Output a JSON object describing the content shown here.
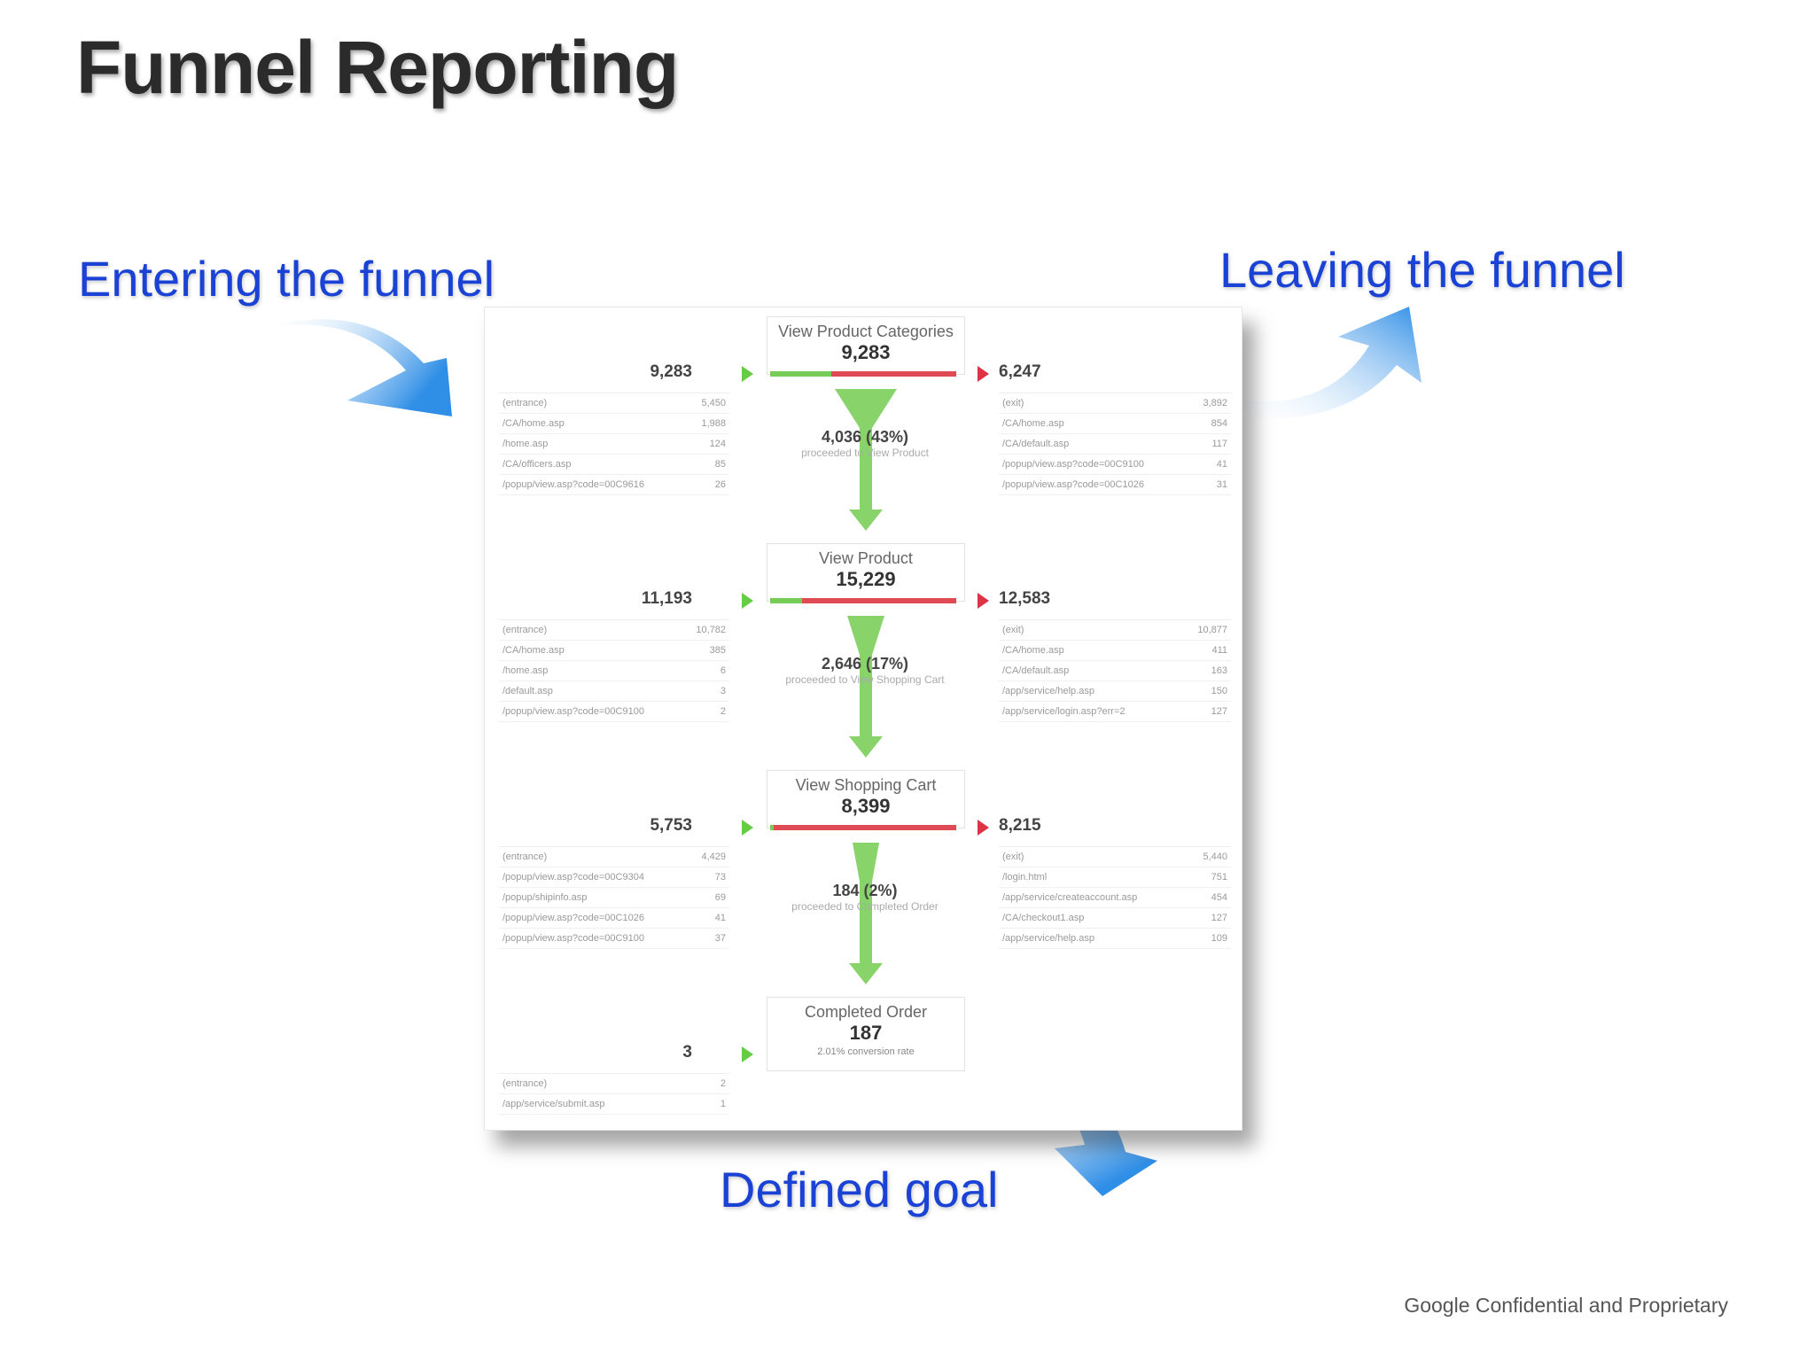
{
  "page": {
    "title": "Funnel Reporting",
    "callouts": {
      "entering": "Entering the funnel",
      "leaving": "Leaving the funnel",
      "goal": "Defined goal"
    },
    "footer": "Google Confidential and Proprietary"
  },
  "colors": {
    "callout_blue": "#1a43d6",
    "proceed_green": "#77cc55",
    "exit_red": "#e04a55"
  },
  "funnel": {
    "steps": [
      {
        "name": "View Product Categories",
        "count": "9,283",
        "entered": "9,283",
        "exited": "6,247",
        "proceed_fraction": 0.33,
        "proceeded": "4,036 (43%)",
        "proceeded_label": "proceeded to View Product",
        "sources": [
          {
            "page": "(entrance)",
            "count": "5,450"
          },
          {
            "page": "/CA/home.asp",
            "count": "1,988"
          },
          {
            "page": "/home.asp",
            "count": "124"
          },
          {
            "page": "/CA/officers.asp",
            "count": "85"
          },
          {
            "page": "/popup/view.asp?code=00C9616",
            "count": "26"
          }
        ],
        "exits": [
          {
            "page": "(exit)",
            "count": "3,892"
          },
          {
            "page": "/CA/home.asp",
            "count": "854"
          },
          {
            "page": "/CA/default.asp",
            "count": "117"
          },
          {
            "page": "/popup/view.asp?code=00C9100",
            "count": "41"
          },
          {
            "page": "/popup/view.asp?code=00C1026",
            "count": "31"
          }
        ]
      },
      {
        "name": "View Product",
        "count": "15,229",
        "entered": "11,193",
        "exited": "12,583",
        "proceed_fraction": 0.17,
        "proceeded": "2,646 (17%)",
        "proceeded_label": "proceeded to View Shopping Cart",
        "sources": [
          {
            "page": "(entrance)",
            "count": "10,782"
          },
          {
            "page": "/CA/home.asp",
            "count": "385"
          },
          {
            "page": "/home.asp",
            "count": "6"
          },
          {
            "page": "/default.asp",
            "count": "3"
          },
          {
            "page": "/popup/view.asp?code=00C9100",
            "count": "2"
          }
        ],
        "exits": [
          {
            "page": "(exit)",
            "count": "10,877"
          },
          {
            "page": "/CA/home.asp",
            "count": "411"
          },
          {
            "page": "/CA/default.asp",
            "count": "163"
          },
          {
            "page": "/app/service/help.asp",
            "count": "150"
          },
          {
            "page": "/app/service/login.asp?err=2",
            "count": "127"
          }
        ]
      },
      {
        "name": "View Shopping Cart",
        "count": "8,399",
        "entered": "5,753",
        "exited": "8,215",
        "proceed_fraction": 0.02,
        "proceeded": "184 (2%)",
        "proceeded_label": "proceeded to Completed Order",
        "sources": [
          {
            "page": "(entrance)",
            "count": "4,429"
          },
          {
            "page": "/popup/view.asp?code=00C9304",
            "count": "73"
          },
          {
            "page": "/popup/shipinfo.asp",
            "count": "69"
          },
          {
            "page": "/popup/view.asp?code=00C1026",
            "count": "41"
          },
          {
            "page": "/popup/view.asp?code=00C9100",
            "count": "37"
          }
        ],
        "exits": [
          {
            "page": "(exit)",
            "count": "5,440"
          },
          {
            "page": "/login.html",
            "count": "751"
          },
          {
            "page": "/app/service/createaccount.asp",
            "count": "454"
          },
          {
            "page": "/CA/checkout1.asp",
            "count": "127"
          },
          {
            "page": "/app/service/help.asp",
            "count": "109"
          }
        ]
      }
    ],
    "goal": {
      "name": "Completed Order",
      "count": "187",
      "entered": "3",
      "conversion_label": "2.01% conversion rate",
      "sources": [
        {
          "page": "(entrance)",
          "count": "2"
        },
        {
          "page": "/app/service/submit.asp",
          "count": "1"
        }
      ]
    }
  }
}
